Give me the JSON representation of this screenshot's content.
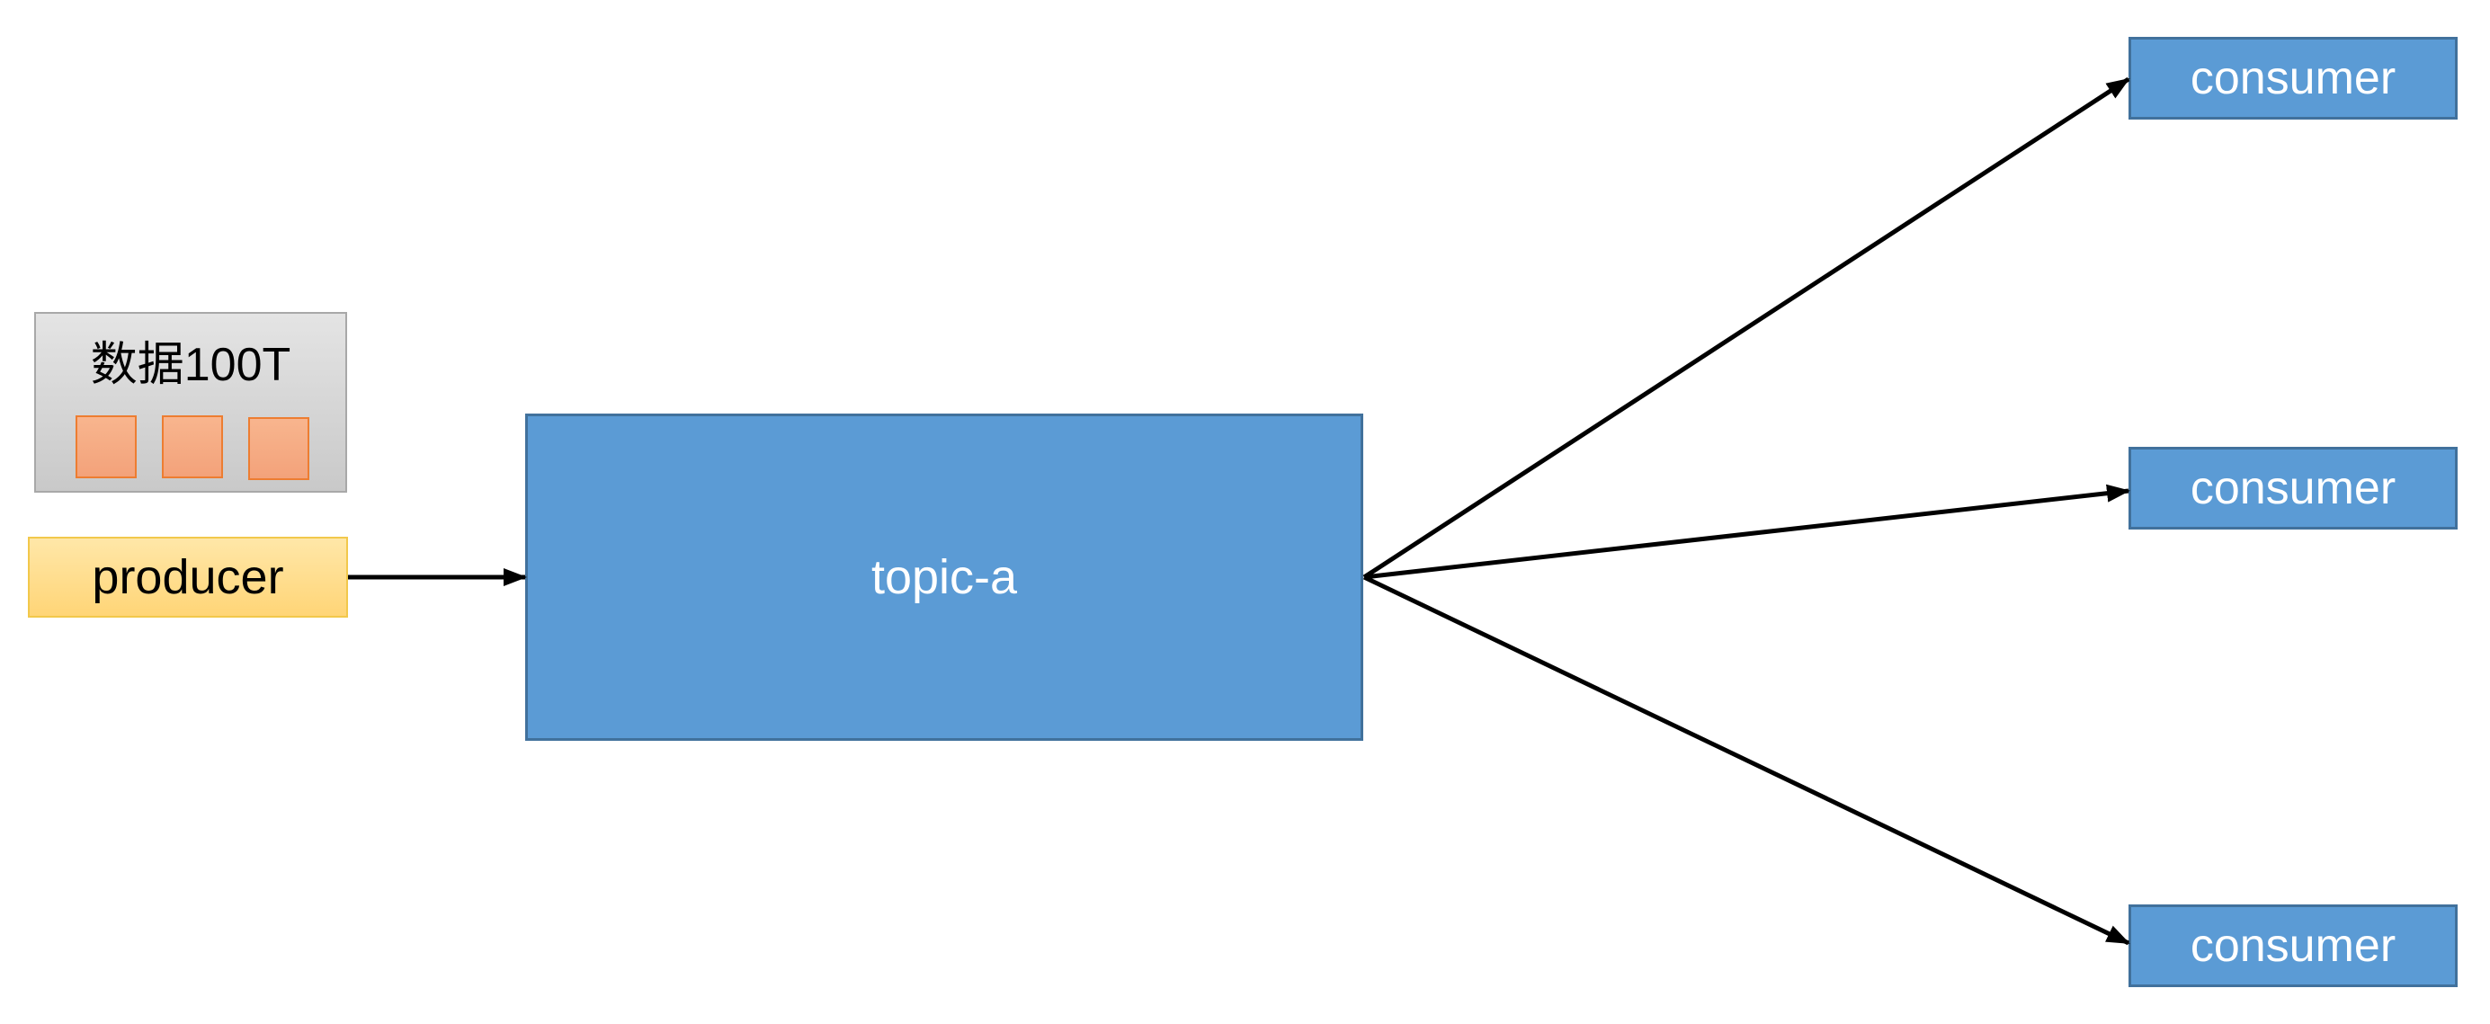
{
  "data_store": {
    "label": "数据100T",
    "chunks": [
      "chunk",
      "chunk",
      "chunk"
    ]
  },
  "producer": {
    "label": "producer"
  },
  "topic": {
    "label": "topic-a"
  },
  "consumers": [
    {
      "label": "consumer"
    },
    {
      "label": "consumer"
    },
    {
      "label": "consumer"
    }
  ],
  "colors": {
    "topic_fill": "#5b9bd5",
    "topic_border": "#41719c",
    "producer_fill": "#ffd577",
    "producer_border": "#f2c84b",
    "data_fill": "#d3d3d3",
    "chunk_fill": "#f4ab83",
    "chunk_border": "#ed7d31",
    "arrow": "#000000"
  }
}
